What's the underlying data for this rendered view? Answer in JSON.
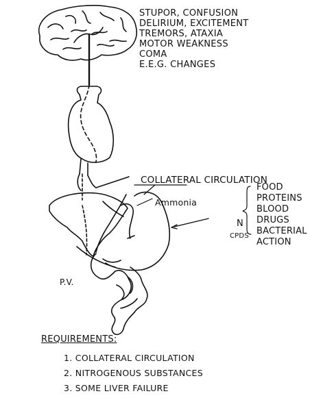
{
  "symptoms": [
    "STUPOR, CONFUSION",
    "DELIRIUM, EXCITEMENT",
    "TREMORS, ATAXIA",
    "MOTOR WEAKNESS",
    "COMA",
    "E.E.G. CHANGES"
  ],
  "labels": {
    "collateral": "COLLATERAL CIRCULATION",
    "ammonia": "Ammonia",
    "pv": "P.V.",
    "n": "N",
    "cpds": "CPDS"
  },
  "sources": [
    "FOOD PROTEINS",
    "BLOOD",
    "DRUGS",
    "BACTERIAL ACTION"
  ],
  "requirements": {
    "title": "REQUIREMENTS:",
    "items": [
      "1.  COLLATERAL CIRCULATION",
      "2.  NITROGENOUS SUBSTANCES",
      "3.  SOME LIVER FAILURE"
    ]
  }
}
